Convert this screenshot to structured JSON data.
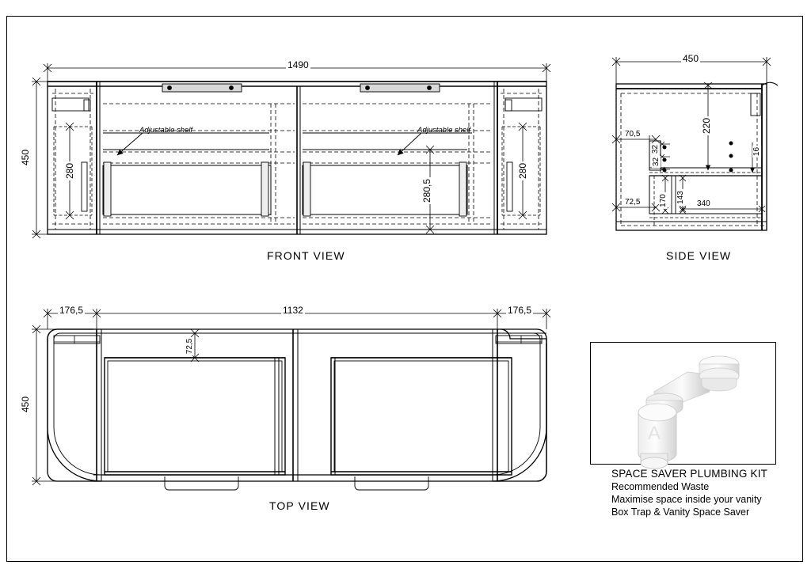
{
  "drawing": {
    "title": "Vanity cabinet technical drawing",
    "line_color": "#000000",
    "background": "#ffffff"
  },
  "views": {
    "front": {
      "label": "FRONT VIEW",
      "dimensions": {
        "overall_width": "1490",
        "overall_height": "450",
        "left_door_height": "280",
        "right_door_height": "280",
        "drawer_height": "280,5"
      },
      "annotations": [
        {
          "text": "Adjustable shelf"
        },
        {
          "text": "Adjustable shelf"
        }
      ]
    },
    "side": {
      "label": "SIDE VIEW",
      "dimensions": {
        "depth": "450",
        "top_inner": "220",
        "front_offset": "70,5",
        "lower_offset": "72,5",
        "rail_a": "32",
        "rail_b": "32",
        "right_edge": "16",
        "shelf_depth": "170",
        "inner_depth": "143",
        "base_depth": "340"
      }
    },
    "top": {
      "label": "TOP VIEW",
      "dimensions": {
        "left_end": "176,5",
        "centre_width": "1132",
        "right_end": "176,5",
        "depth": "450",
        "front_rail": "72,5"
      }
    }
  },
  "plumbing_kit": {
    "image_alt": "space-saver-plumbing-kit-photo",
    "caption_title": "SPACE SAVER PLUMBING KIT",
    "caption_lines": [
      "Recommended Waste",
      "Maximise space inside your vanity",
      "Box Trap & Vanity Space Saver"
    ]
  }
}
